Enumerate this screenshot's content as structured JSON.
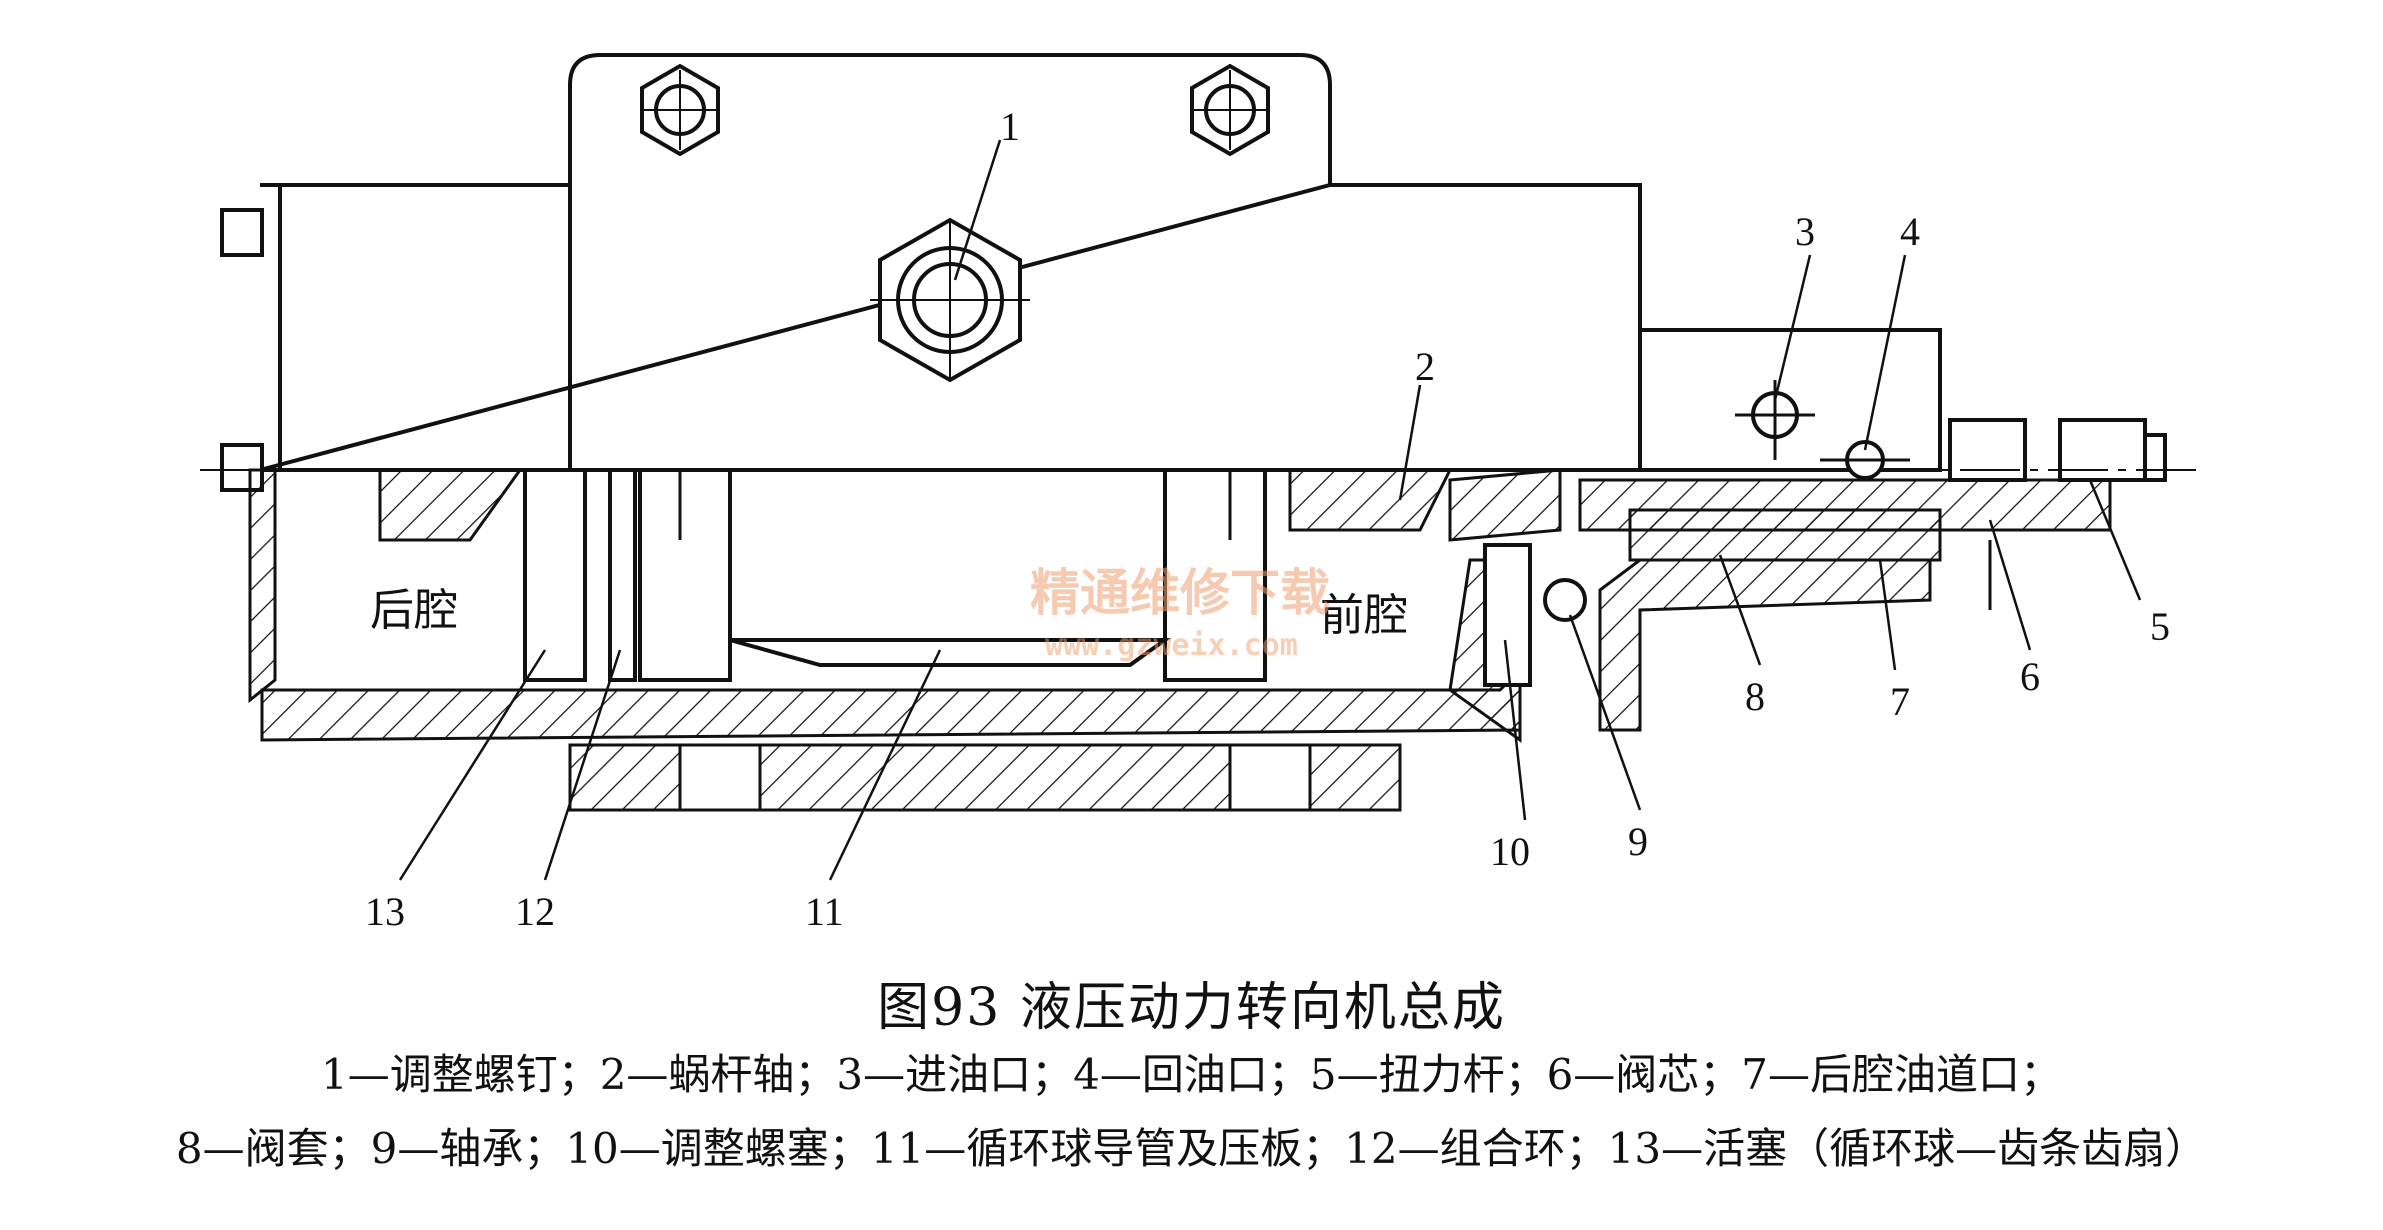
{
  "figure": {
    "caption": "图93   液压动力转向机总成",
    "legend_line1": "1—调整螺钉；2—蜗杆轴；3—进油口；4—回油口；5—扭力杆；6—阀芯；7—后腔油道口；",
    "legend_line2": "8—阀套；9—轴承；10—调整螺塞；11—循环球导管及压板；12—组合环；13—活塞（循环球—齿条齿扇）"
  },
  "callouts": [
    "1",
    "2",
    "3",
    "4",
    "5",
    "6",
    "7",
    "8",
    "9",
    "10",
    "11",
    "12",
    "13"
  ],
  "region_labels": {
    "rear": "后腔",
    "front": "前腔"
  },
  "watermark": {
    "line1": "精通维修下载",
    "line2": "www.gzweix.com"
  },
  "colors": {
    "ink": "#111111",
    "watermark": "#f0a070"
  }
}
